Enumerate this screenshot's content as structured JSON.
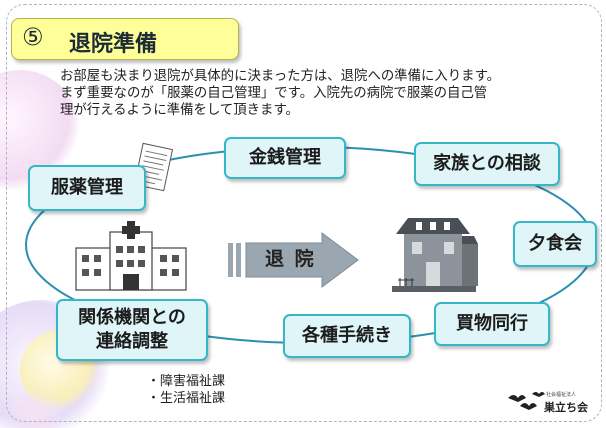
{
  "title": {
    "number": "⑤",
    "text": "退院準備"
  },
  "intro": {
    "line1": "お部屋も決まり退院が具体的に決まった方は、退院への準備に入ります。",
    "line2": "まず重要なのが「服薬の自己管理」です。入院先の病院で服薬の自己管",
    "line3": "理が行えるように準備をして頂きます。"
  },
  "steps": {
    "medication": "服薬管理",
    "money": "金銭管理",
    "family": "家族との相談",
    "dinner": "夕食会",
    "shopping": "買物同行",
    "procedures": "各種手続き",
    "liaison_line1": "関係機関との",
    "liaison_line2": "連絡調整"
  },
  "arrow_label": "退 院",
  "bullets": [
    "・障害福祉課",
    "・生活福祉課"
  ],
  "logo": {
    "name": "巣立ち会",
    "small": "社会福祉法人"
  },
  "colors": {
    "title_bg": "#ffff99",
    "box_fill": "#dff5f8",
    "box_border": "#35b7c9",
    "cycle_line": "#2a8fb0"
  },
  "icons": [
    "hospital-icon",
    "house-icon",
    "document-icon",
    "discharge-arrow-icon",
    "bird-logo-icon"
  ]
}
